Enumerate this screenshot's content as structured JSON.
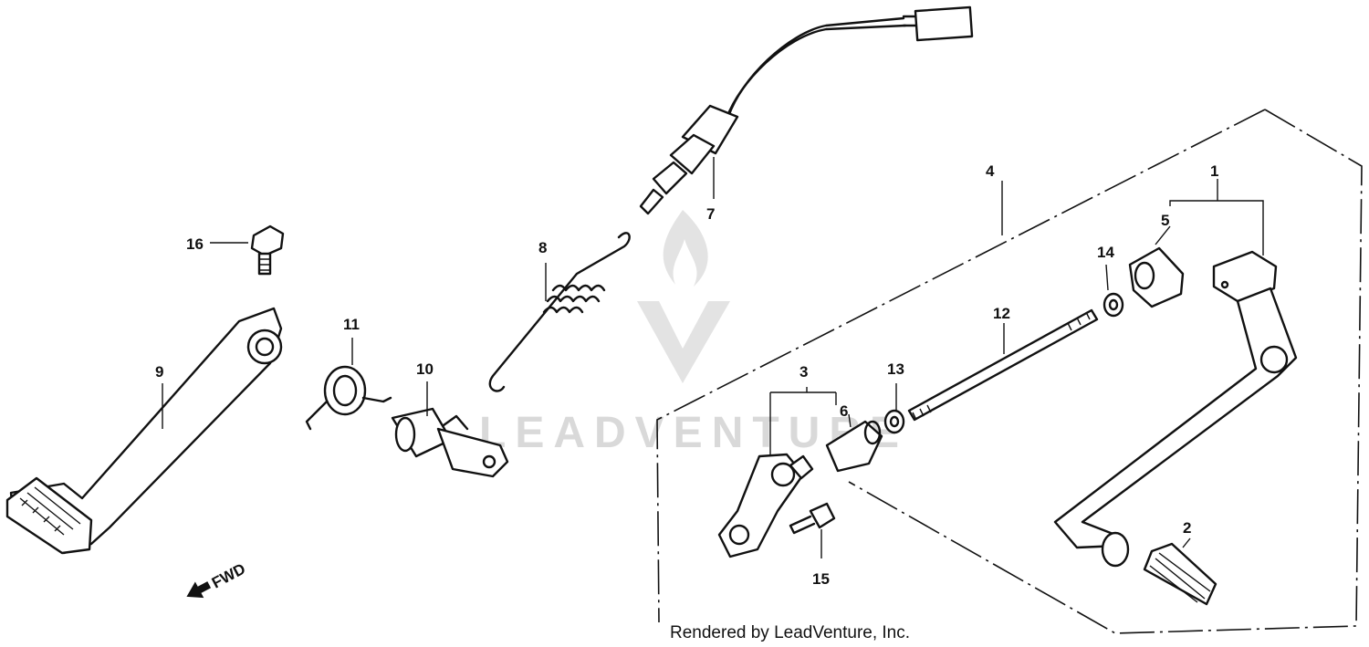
{
  "watermark": {
    "text": "LEADVENTURE"
  },
  "direction_label": "FWD",
  "credit": "Rendered by LeadVenture, Inc.",
  "callouts": {
    "c1": "1",
    "c2": "2",
    "c3": "3",
    "c4": "4",
    "c5": "5",
    "c6": "6",
    "c7": "7",
    "c8": "8",
    "c9": "9",
    "c10": "10",
    "c11": "11",
    "c12": "12",
    "c13": "13",
    "c14": "14",
    "c15": "15",
    "c16": "16"
  },
  "colors": {
    "ink": "#111111",
    "watermark": "#d9d9d9",
    "background": "#ffffff"
  }
}
